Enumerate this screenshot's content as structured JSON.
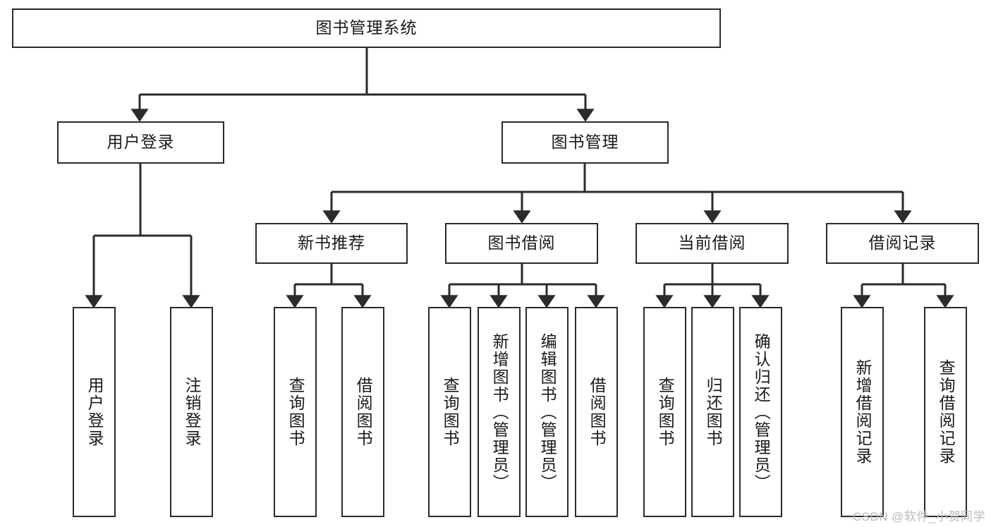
{
  "diagram": {
    "title": "图书管理系统",
    "type": "tree-hierarchy-diagram",
    "watermark": "CSDN @软件_小贺同学",
    "colors": {
      "stroke": "#2b2b2b",
      "fill": "#ffffff",
      "text": "#1a1a1a",
      "watermark": "#b9b9b9"
    },
    "root": {
      "label": "图书管理系统"
    },
    "level2": [
      {
        "id": "user-login",
        "label": "用户登录"
      },
      {
        "id": "book-management",
        "label": "图书管理"
      }
    ],
    "level3": [
      {
        "id": "new-book-recommend",
        "label": "新书推荐"
      },
      {
        "id": "book-borrow",
        "label": "图书借阅"
      },
      {
        "id": "current-borrow",
        "label": "当前借阅"
      },
      {
        "id": "borrow-record",
        "label": "借阅记录"
      }
    ],
    "leaves": {
      "user_login": [
        {
          "id": "leaf-user-login",
          "label": "用户登录"
        },
        {
          "id": "leaf-logout-login",
          "label": "注销登录"
        }
      ],
      "new_book_recommend": [
        {
          "id": "leaf-query-book-1",
          "label": "查询图书"
        },
        {
          "id": "leaf-borrow-book-1",
          "label": "借阅图书"
        }
      ],
      "book_borrow": [
        {
          "id": "leaf-query-book-2",
          "label": "查询图书"
        },
        {
          "id": "leaf-add-book",
          "label": "新增图书（管理员）"
        },
        {
          "id": "leaf-edit-book",
          "label": "编辑图书（管理员）"
        },
        {
          "id": "leaf-borrow-book-2",
          "label": "借阅图书"
        }
      ],
      "current_borrow": [
        {
          "id": "leaf-query-book-3",
          "label": "查询图书"
        },
        {
          "id": "leaf-return-book",
          "label": "归还图书"
        },
        {
          "id": "leaf-confirm-return",
          "label": "确认归还（管理员）"
        }
      ],
      "borrow_record": [
        {
          "id": "leaf-add-record",
          "label": "新增借阅记录"
        },
        {
          "id": "leaf-query-record",
          "label": "查询借阅记录"
        }
      ]
    }
  }
}
